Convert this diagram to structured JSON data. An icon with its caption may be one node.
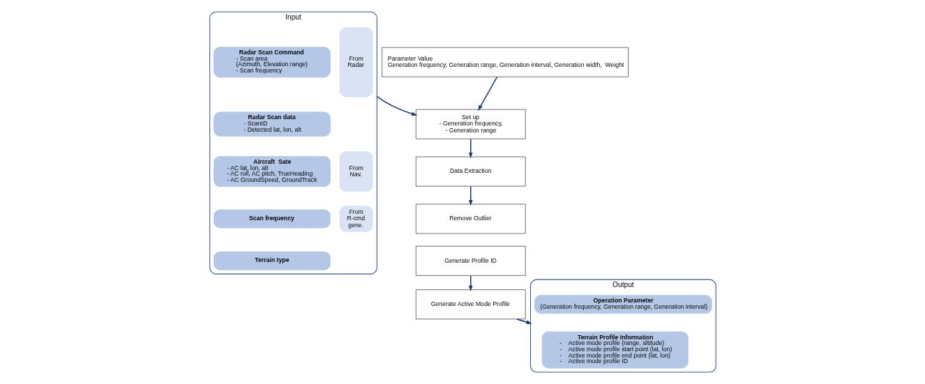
{
  "diagram": {
    "nodes": [
      {
        "text": [
          "Input"
        ]
      },
      {
        "text": [
          "From Radar"
        ],
        "in": 0
      },
      {
        "text": [
          "Radar Scan Command",
          "- Scan area",
          "(Azimuth, Elevation range)",
          "- Scan frequency"
        ],
        "in": 0
      },
      {
        "text": [
          "Radar Scan data",
          "- ScanID",
          "- Detected lat, lon, alt"
        ],
        "in": 0
      },
      {
        "text": [
          "From Nav."
        ],
        "in": 0
      },
      {
        "text": [
          "Aircraft  Sate",
          "- AC lat, lon, alt",
          "- AC roll, AC pitch, TrueHeading",
          "- AC GroundSpeed, GroundTrack"
        ],
        "in": 0
      },
      {
        "text": [
          "From R-cmd gene."
        ],
        "in": 0
      },
      {
        "text": [
          "Scan frequency"
        ],
        "in": 0
      },
      {
        "text": [
          "Terrain type"
        ],
        "in": 0
      },
      {
        "text": [
          "Parameter Value",
          "Generation frequency, Generation range, Generation interval, Generation width,  Weight"
        ]
      },
      {
        "text": [
          "Set up",
          "- Generation frequency,",
          "- Generation range"
        ]
      },
      {
        "text": [
          "Data Extraction"
        ]
      },
      {
        "text": [
          "Remove Outlier"
        ]
      },
      {
        "text": [
          "Generate Profile ID"
        ]
      },
      {
        "text": [
          "Generate Active Mode Profile"
        ]
      },
      {
        "text": [
          "Output"
        ]
      },
      {
        "text": [
          "Operation Parameter",
          "(Generation frequency, Generation range, Generation interval)"
        ],
        "in": 15
      },
      {
        "text": [
          "Terrain Profile Information",
          "-    Active mode profile (range, altitude)",
          "-    Active mode profile start point (lat, lon)",
          "-    Active mode profile end point (lat, lon)",
          "-    Active mode profile ID"
        ],
        "in": 15
      }
    ],
    "edges": [
      {
        "from": 0,
        "to": 10,
        "arrow": "to"
      },
      {
        "from": 9,
        "to": 10,
        "arrow": "to"
      },
      {
        "from": 10,
        "to": 11,
        "arrow": "to"
      },
      {
        "from": 11,
        "to": 12,
        "arrow": "to"
      },
      {
        "from": 13,
        "to": 14,
        "arrow": "to"
      },
      {
        "from": 14,
        "to": 15,
        "arrow": "to"
      }
    ]
  }
}
